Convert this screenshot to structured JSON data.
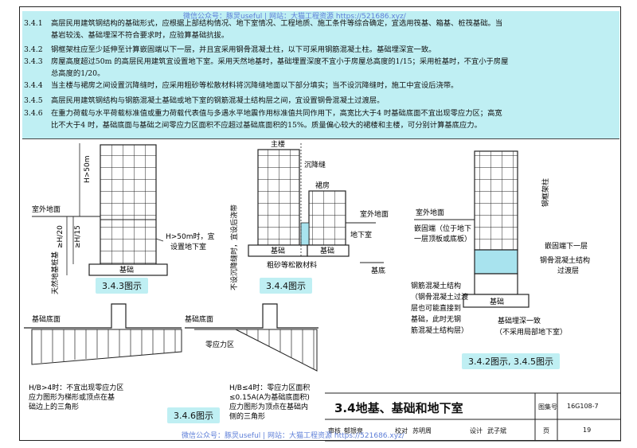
{
  "watermark_top": "微信公众号：豚炅useful | 网站：大猫工程资源 https://521686.xyz/",
  "watermark_bottom": "微信公众号：豚炅useful | 网站：大猫工程资源 https://521686.xyz/",
  "clauses": [
    {
      "num": "3.4.1",
      "lines": [
        "高层民用建筑钢结构的基础形式，应根据上部结构情况、地下室情况、工程地质、施工条件等综合确定，宜选用筏基、箱基、桩筏基础。当",
        "基岩较浅、基础埋深不符合要求时，应验算基础抗拔。"
      ]
    },
    {
      "num": "3.4.2",
      "lines": [
        "钢框架柱应至少延伸至计算嵌固端以下一层，并且宜采用钢骨混凝土柱，以下可采用钢筋混凝土柱。基础埋深宜一致。"
      ]
    },
    {
      "num": "3.4.3",
      "lines": [
        "房屋高度超过50m 的高层民用建筑宜设置地下室。采用天然地基时，基础埋置深度不宜小于房屋总高度的1/15；采用桩基时，不宜小于房屋",
        "总高度的1/20。"
      ]
    },
    {
      "num": "3.4.4",
      "lines": [
        "当主楼与裙房之间设置沉降缝时，应采用粗砂等松散材料将沉降缝地面以下部分填实；当不设沉降缝时，施工中宜设后浇带。"
      ]
    },
    {
      "num": "3.4.5",
      "lines": [
        "高层民用建筑钢结构与钢筋混凝土基础或地下室的钢筋混凝土结构层之间，宜设置钢骨混凝土过渡层。"
      ]
    },
    {
      "num": "3.4.6",
      "lines": [
        "在重力荷载与水平荷载标准值或重力荷载代表值与多遇水平地震作用标准值共同作用下，高宽比大于4 时基础底面不宜出现零应力区；高宽",
        "比不大于4 时，基础底面与基础之间零应力区面积不应超过基础底面积的15%。质量偏心较大的裙楼和主楼，可分别计算基底应力。"
      ]
    }
  ],
  "fig343": {
    "label_h": "H>50m",
    "outdoor": "室外地面",
    "h20": "≥H/20",
    "h15": "≥H/15",
    "pile": "桩基",
    "natural": "天然地基",
    "foundation": "基础",
    "note1": "H>50m时，宜",
    "note2": "设置地下室",
    "caption": "3.4.3图示"
  },
  "fig344": {
    "main": "主楼",
    "joint": "沉降缝",
    "podium": "裙房",
    "outdoor": "室外地面",
    "basement": "地下室",
    "found_a": "基础",
    "found_b": "基础",
    "sand": "粗砂等松散材料",
    "vertical": "不设沉降缝时，宜设后浇带",
    "base": "基底",
    "caption": "3.4.4图示"
  },
  "fig342": {
    "outdoor": "室外地面",
    "embed1": "嵌固端（位于地下",
    "embed2": "一层顶板或底板）",
    "column": "钢框架柱",
    "below": "嵌固端下一层",
    "trans1": "钢骨混凝土结构",
    "trans2": "过渡层",
    "rc1": "钢筋混凝土结构",
    "rc2": "（钢骨混凝土过渡",
    "rc3": "层也可能直接到",
    "rc4": "基础，此时无钢",
    "rc5": "筋混凝土结构层）",
    "depth1": "基础埋深一致",
    "depth2": "（不采用局部地下室）",
    "foundation": "基础",
    "caption": "3.4.2图示, 3.4.5图示"
  },
  "fig346": {
    "left_title": "基础底面",
    "right_title": "基础底面",
    "zero": "零应力区",
    "left_n1": "H/B>4时：不宜出现零应力区",
    "left_n2": "应力图形为梯形或顶点在基",
    "left_n3": "础边上的三角形",
    "right_n1": "H/B≤4时：零应力区面积",
    "right_n2": "≤0.15A(A为基础底面积)",
    "right_n3": "应力图形为顶点在基础内",
    "right_n4": "侧的三角形",
    "caption": "3.4.6图示"
  },
  "title_block": {
    "title": "3.4地基、基础和地下室",
    "atlas_label": "图集号",
    "atlas_no": "16G108-7",
    "page_label": "页",
    "page_no": "19",
    "review": "审核",
    "reviewer": "郁银泉",
    "check": "校对",
    "checker": "苏明周",
    "design": "设计",
    "designer": "武子斌"
  }
}
